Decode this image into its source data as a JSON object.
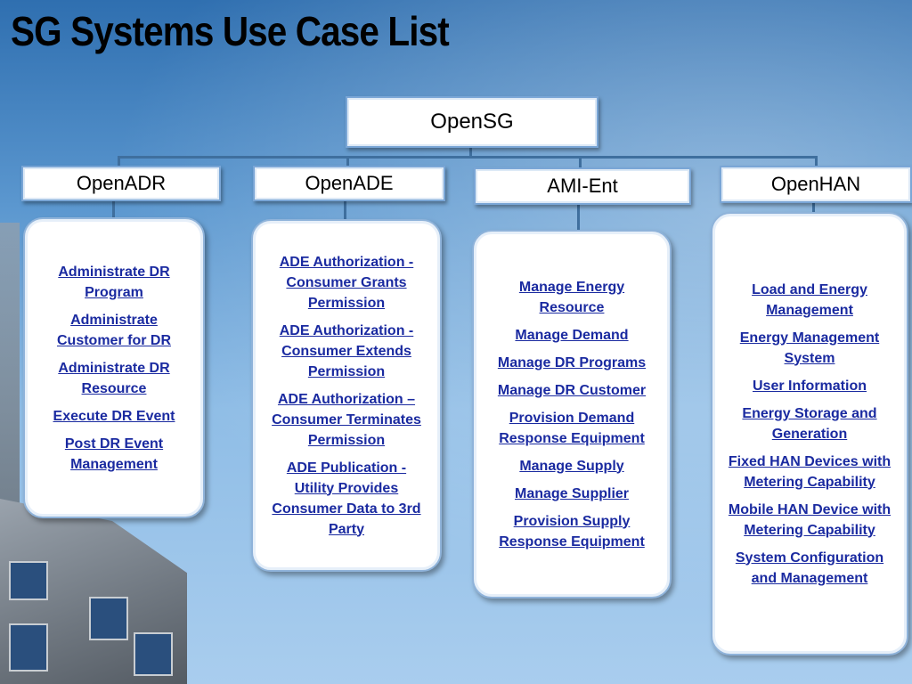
{
  "title": "SG Systems Use Case List",
  "root": "OpenSG",
  "groups": [
    {
      "label": "OpenADR",
      "items": [
        "Administrate DR Program",
        "Administrate Customer for DR",
        "Administrate DR Resource",
        "Execute DR Event",
        "Post DR Event Management"
      ]
    },
    {
      "label": "OpenADE",
      "items": [
        "ADE Authorization - Consumer Grants Permission",
        "ADE Authorization - Consumer Extends Permission",
        "ADE Authorization – Consumer Terminates Permission",
        "ADE Publication - Utility Provides Consumer Data to 3rd Party"
      ]
    },
    {
      "label": "AMI-Ent",
      "items": [
        "Manage Energy Resource",
        "Manage Demand",
        "Manage DR Programs",
        "Manage DR Customer",
        "Provision Demand Response Equipment",
        "Manage Supply",
        "Manage Supplier",
        "Provision Supply Response Equipment"
      ]
    },
    {
      "label": "OpenHAN",
      "items": [
        "Load and Energy Management",
        "Energy Management System",
        "User Information",
        "Energy Storage and Generation",
        "Fixed HAN Devices with Metering Capability",
        "Mobile HAN Device with Metering Capability",
        "System Configuration and Management"
      ]
    }
  ],
  "colors": {
    "link": "#1a2aa0",
    "connector": "#3f6f9e",
    "node_border": "#7aa6d6"
  }
}
